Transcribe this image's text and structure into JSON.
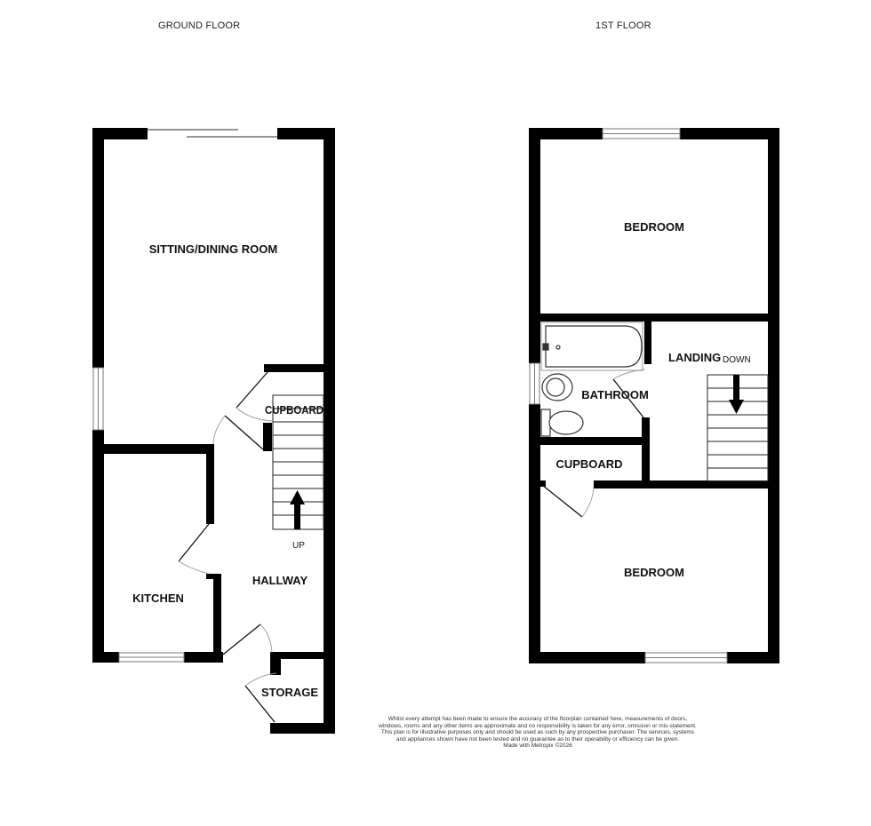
{
  "floors": [
    {
      "title": "GROUND FLOOR",
      "rooms": {
        "sitting_dining": "SITTING/DINING ROOM",
        "cupboard": "CUPBOARD",
        "kitchen": "KITCHEN",
        "hallway": "HALLWAY",
        "storage": "STORAGE"
      },
      "stairs_label": "UP"
    },
    {
      "title": "1ST FLOOR",
      "rooms": {
        "bedroom_front": "BEDROOM",
        "landing": "LANDING",
        "bathroom": "BATHROOM",
        "cupboard": "CUPBOARD",
        "bedroom_rear": "BEDROOM"
      },
      "stairs_label": "DOWN"
    }
  ],
  "disclaimer": {
    "text": "Whilst every attempt has been made to ensure the accuracy of the floorplan contained here, measurements of doors, windows, rooms and any other items are approximate and no responsibility is taken for any error, omission or mis-statement. This plan is for illustrative purposes only and should be used as such by any prospective purchaser. The services, systems and appliances shown have not been tested and no guarantee as to their operability or efficiency can be given.",
    "credit": "Made with Metropix ©2026"
  },
  "colors": {
    "wall": "#000000",
    "background": "#ffffff",
    "fixture": "#333333"
  }
}
